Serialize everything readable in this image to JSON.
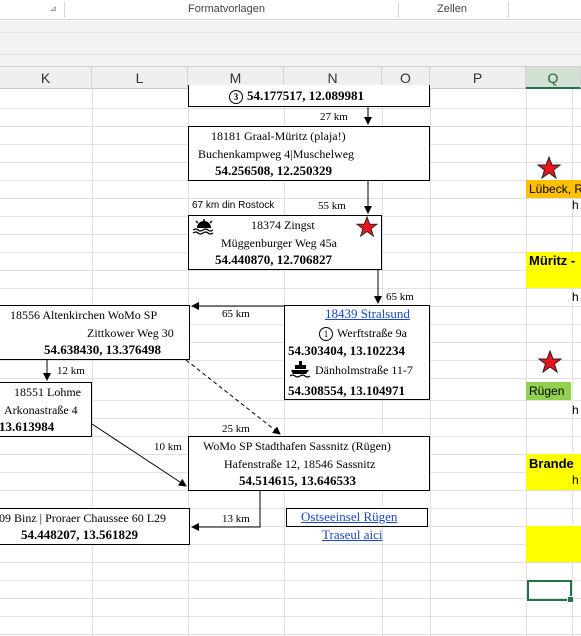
{
  "ribbon": {
    "groups": [
      "Formatvorlagen",
      "Zellen"
    ]
  },
  "columns": [
    "K",
    "L",
    "M",
    "N",
    "O",
    "P",
    "Q"
  ],
  "selected_column": "Q",
  "stops": {
    "graal": {
      "top_circle": "3",
      "top_coords": "54.177517, 12.089981",
      "dist_in": "27 km",
      "title": "18181 Graal-Müritz (plaja!)",
      "address": "Buchenkampweg 4|Muschelweg",
      "coords": "54.256508, 12.250329"
    },
    "zingst": {
      "note": "67 km din Rostock",
      "dist_in": "55 km",
      "title": "18374 Zingst",
      "address": "Müggenburger Weg 45a",
      "coords": "54.440870, 12.706827"
    },
    "stralsund": {
      "dist_in": "65 km",
      "title": "18439 Stralsund",
      "circle": "1",
      "address": "Werftstraße 9a",
      "coords": "54.303404, 13.102234",
      "ferry_address": "Dänholmstraße 11-7",
      "ferry_coords": "54.308554, 13.104971"
    },
    "altenkirchen": {
      "dist_in": "65 km",
      "title": "18556 Altenkirchen WoMo SP",
      "address": "Zittkower Weg 30",
      "coords": "54.638430, 13.376498"
    },
    "lohme": {
      "dist_in": "12 km",
      "title": "18551 Lohme",
      "address": "Arkonastraße 4",
      "coords": "13.613984"
    },
    "sassnitz": {
      "dist_a": "25 km",
      "dist_b": "10 km",
      "title": "WoMo SP Stadthafen Sassnitz (Rügen)",
      "address": "Hafenstraße 12, 18546 Sassnitz",
      "coords": "54.514615, 13.646533"
    },
    "binz": {
      "dist_in": "13 km",
      "title": "09 Binz | Proraer Chaussee 60 L29",
      "coords": "54.448207, 13.561829"
    }
  },
  "links": {
    "ruegen": "Ostseeinsel Rügen",
    "traseu": "Traseul aici"
  },
  "column_q": {
    "luebeck": "Lübeck, R",
    "h1": "h",
    "mueritz": "Müritz -",
    "h2": "h",
    "ruegen": "Rügen",
    "h3": "h",
    "brande": "Brande",
    "h4": "h"
  },
  "colors": {
    "yellow": "#ffff00",
    "orange": "#ffc000",
    "green": "#92d050",
    "star": "#e8161b",
    "link": "#1a46c8",
    "excel_green": "#217346"
  },
  "icons": [
    "dialog-launcher-icon",
    "sunrise-icon",
    "ferry-icon",
    "star-icon"
  ]
}
